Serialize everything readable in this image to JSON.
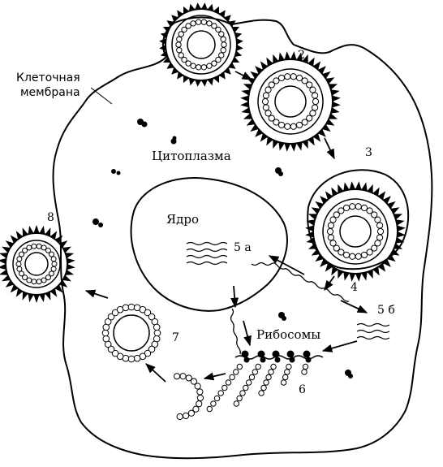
{
  "labels": {
    "membrane_line1": "Клеточная",
    "membrane_line2": "мембрана",
    "cytoplasm": "Цитоплазма",
    "nucleus": "Ядро",
    "ribosomes": "Рибосомы"
  },
  "steps": {
    "s2": "2",
    "s3": "3",
    "s4": "4",
    "s5a": "5 а",
    "s5b": "5 б",
    "s6": "6",
    "s7": "7",
    "s8": "8"
  }
}
